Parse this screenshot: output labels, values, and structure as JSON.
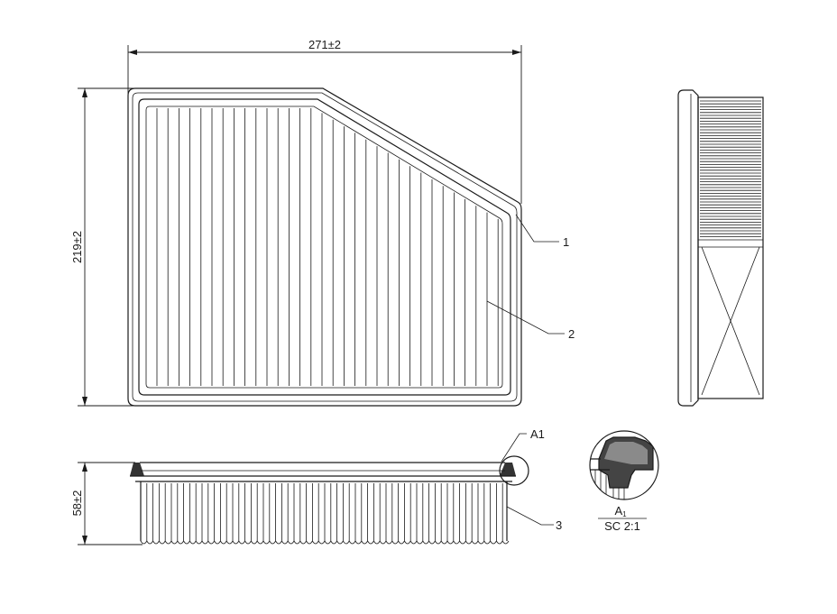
{
  "dimensions": {
    "width": "271±2",
    "height": "219±2",
    "depth": "58±2"
  },
  "callouts": {
    "c1": "1",
    "c2": "2",
    "c3": "3",
    "detail_ref": "A1"
  },
  "detail": {
    "label": "A",
    "label_sub": "1",
    "scale": "SC 2:1"
  }
}
